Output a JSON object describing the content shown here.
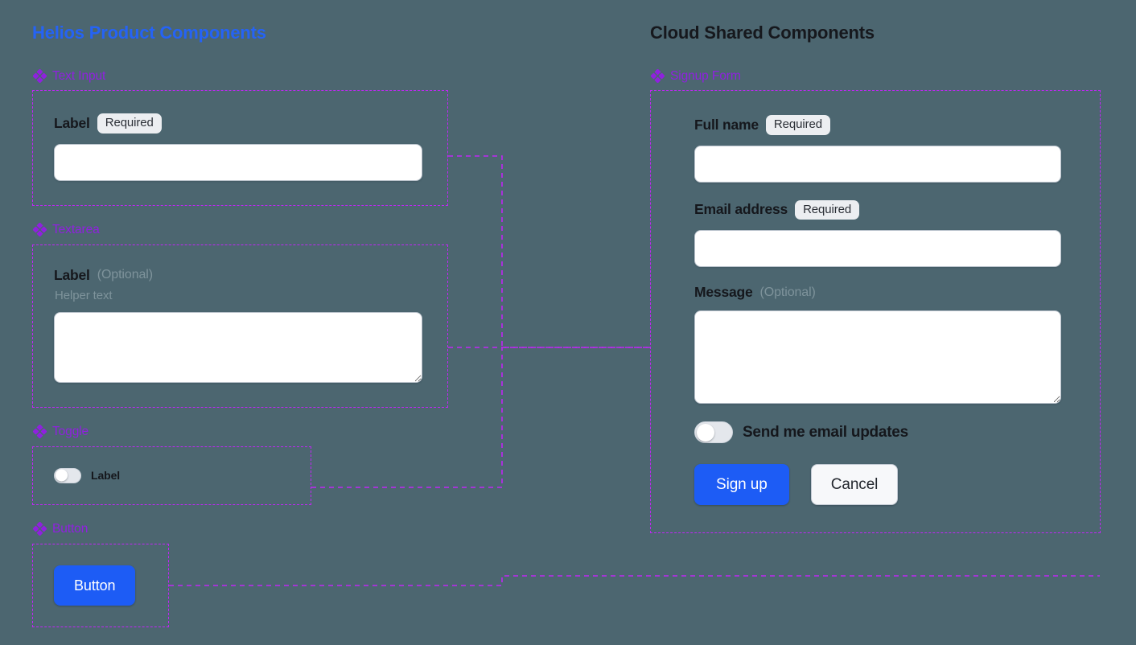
{
  "canvas": {
    "background": "#4c6670",
    "accent_purple": "#9020e0",
    "connector_color": "#c026f5",
    "primary_blue": "#1d5cf5",
    "title_blue": "#2563f5"
  },
  "left_column": {
    "title": "Helios Product Components",
    "sections": [
      {
        "icon": "diamond-icon",
        "name": "Text Input",
        "field": {
          "label": "Label",
          "badge": "Required",
          "value": "",
          "placeholder": ""
        }
      },
      {
        "icon": "diamond-icon",
        "name": "Textarea",
        "field": {
          "label": "Label",
          "optional": "(Optional)",
          "helper": "Helper text",
          "value": "",
          "placeholder": ""
        }
      },
      {
        "icon": "diamond-icon",
        "name": "Toggle",
        "field": {
          "label": "Label",
          "state": "off"
        }
      },
      {
        "icon": "diamond-icon",
        "name": "Button",
        "field": {
          "label": "Button"
        }
      }
    ]
  },
  "right_column": {
    "title": "Cloud Shared Components",
    "section": {
      "icon": "diamond-icon",
      "name": "Signup Form"
    },
    "form": {
      "fields": [
        {
          "label": "Full name",
          "badge": "Required",
          "value": "",
          "placeholder": ""
        },
        {
          "label": "Email address",
          "badge": "Required",
          "value": "",
          "placeholder": ""
        },
        {
          "label": "Message",
          "optional": "(Optional)",
          "value": "",
          "placeholder": ""
        }
      ],
      "toggle": {
        "label": "Send me email updates",
        "state": "off"
      },
      "submit_label": "Sign up",
      "cancel_label": "Cancel"
    }
  }
}
